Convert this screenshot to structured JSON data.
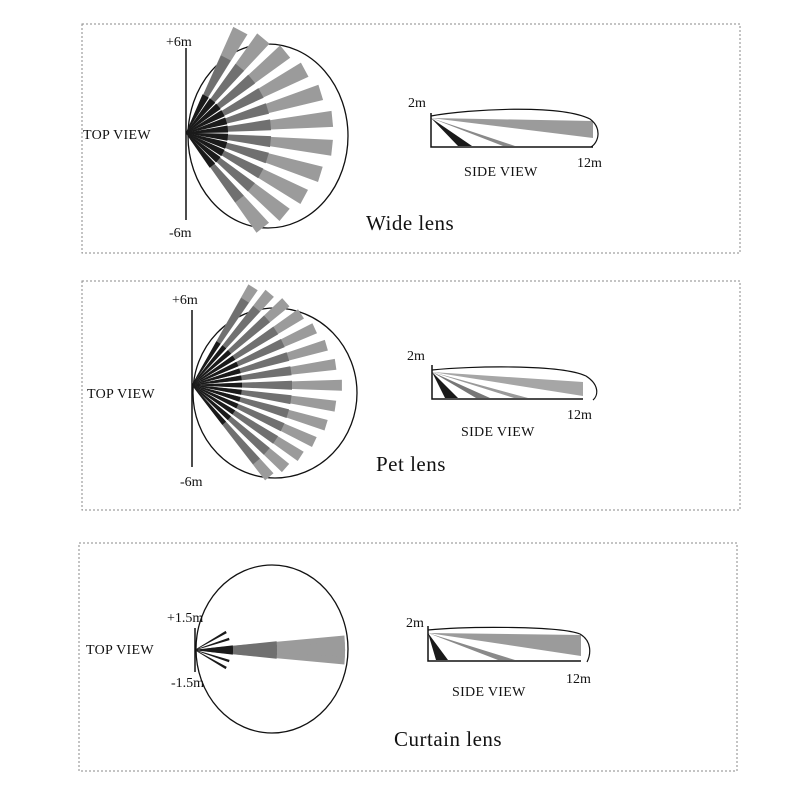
{
  "colors": {
    "beam_light": "#9b9b9b",
    "beam_mid": "#707070",
    "beam_dark": "#1a1a1a",
    "outline": "#111111",
    "border": "#8a8a8a"
  },
  "panels": [
    {
      "id": "wide",
      "title": "Wide lens",
      "top_view_label": "TOP VIEW",
      "side_view_label": "SIDE VIEW",
      "range_top": "+6m",
      "range_bottom": "-6m",
      "height_label": "2m",
      "distance_label": "12m"
    },
    {
      "id": "pet",
      "title": "Pet lens",
      "top_view_label": "TOP VIEW",
      "side_view_label": "SIDE VIEW",
      "range_top": "+6m",
      "range_bottom": "-6m",
      "height_label": "2m",
      "distance_label": "12m"
    },
    {
      "id": "curtain",
      "title": "Curtain lens",
      "top_view_label": "TOP VIEW",
      "side_view_label": "SIDE VIEW",
      "range_top": "+1.5m",
      "range_bottom": "-1.5m",
      "height_label": "2m",
      "distance_label": "12m"
    }
  ]
}
